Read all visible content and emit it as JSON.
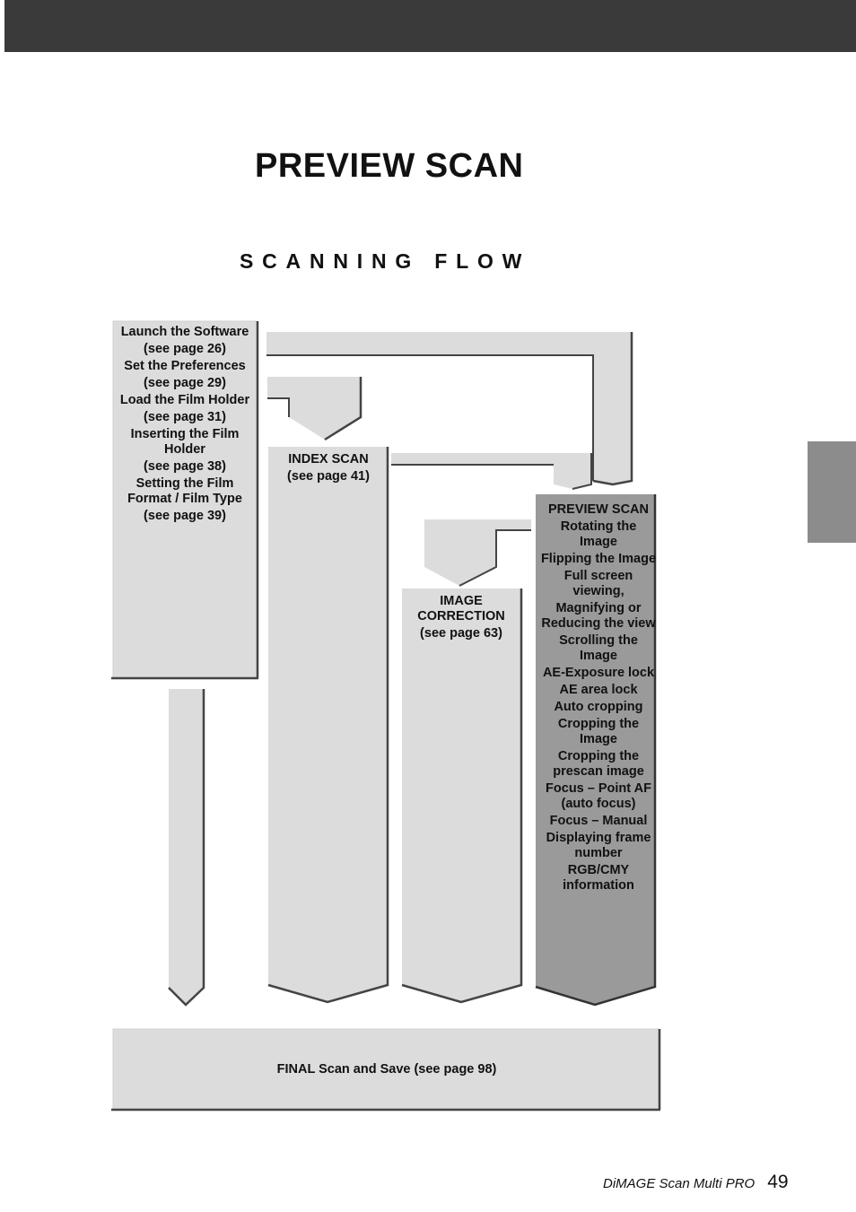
{
  "page": {
    "title": "PREVIEW SCAN",
    "section_title": "SCANNING FLOW"
  },
  "flow": {
    "setup_steps": [
      "Launch the Software",
      "(see page 26)",
      "Set the Preferences",
      "(see page 29)",
      "Load the Film Holder",
      "(see page 31)",
      "Inserting the Film Holder",
      "(see page 38)",
      "Setting the Film Format / Film Type",
      "(see page 39)"
    ],
    "index_scan": [
      "INDEX SCAN",
      "(see page 41)"
    ],
    "image_correction": [
      "IMAGE CORRECTION",
      "(see page 63)"
    ],
    "preview_scan": [
      "PREVIEW SCAN",
      "Rotating the Image",
      "Flipping the Image",
      "Full screen viewing,",
      "Magnifying or Reducing the view",
      "Scrolling the Image",
      "AE-Exposure lock",
      "AE area lock",
      "Auto cropping",
      "Cropping the Image",
      "Cropping the prescan image",
      "Focus – Point AF (auto focus)",
      "Focus – Manual",
      "Displaying frame number",
      "RGB/CMY information"
    ],
    "final": "FINAL Scan and Save (see page 98)"
  },
  "footer": {
    "model": "DiMAGE Scan Multi PRO",
    "page_number": "49"
  },
  "colors": {
    "header_bar": "#3a3a3a",
    "side_tab": "#8c8c8c",
    "box_fill": "#dcdcdc",
    "preview_fill": "#9a9a9a"
  }
}
